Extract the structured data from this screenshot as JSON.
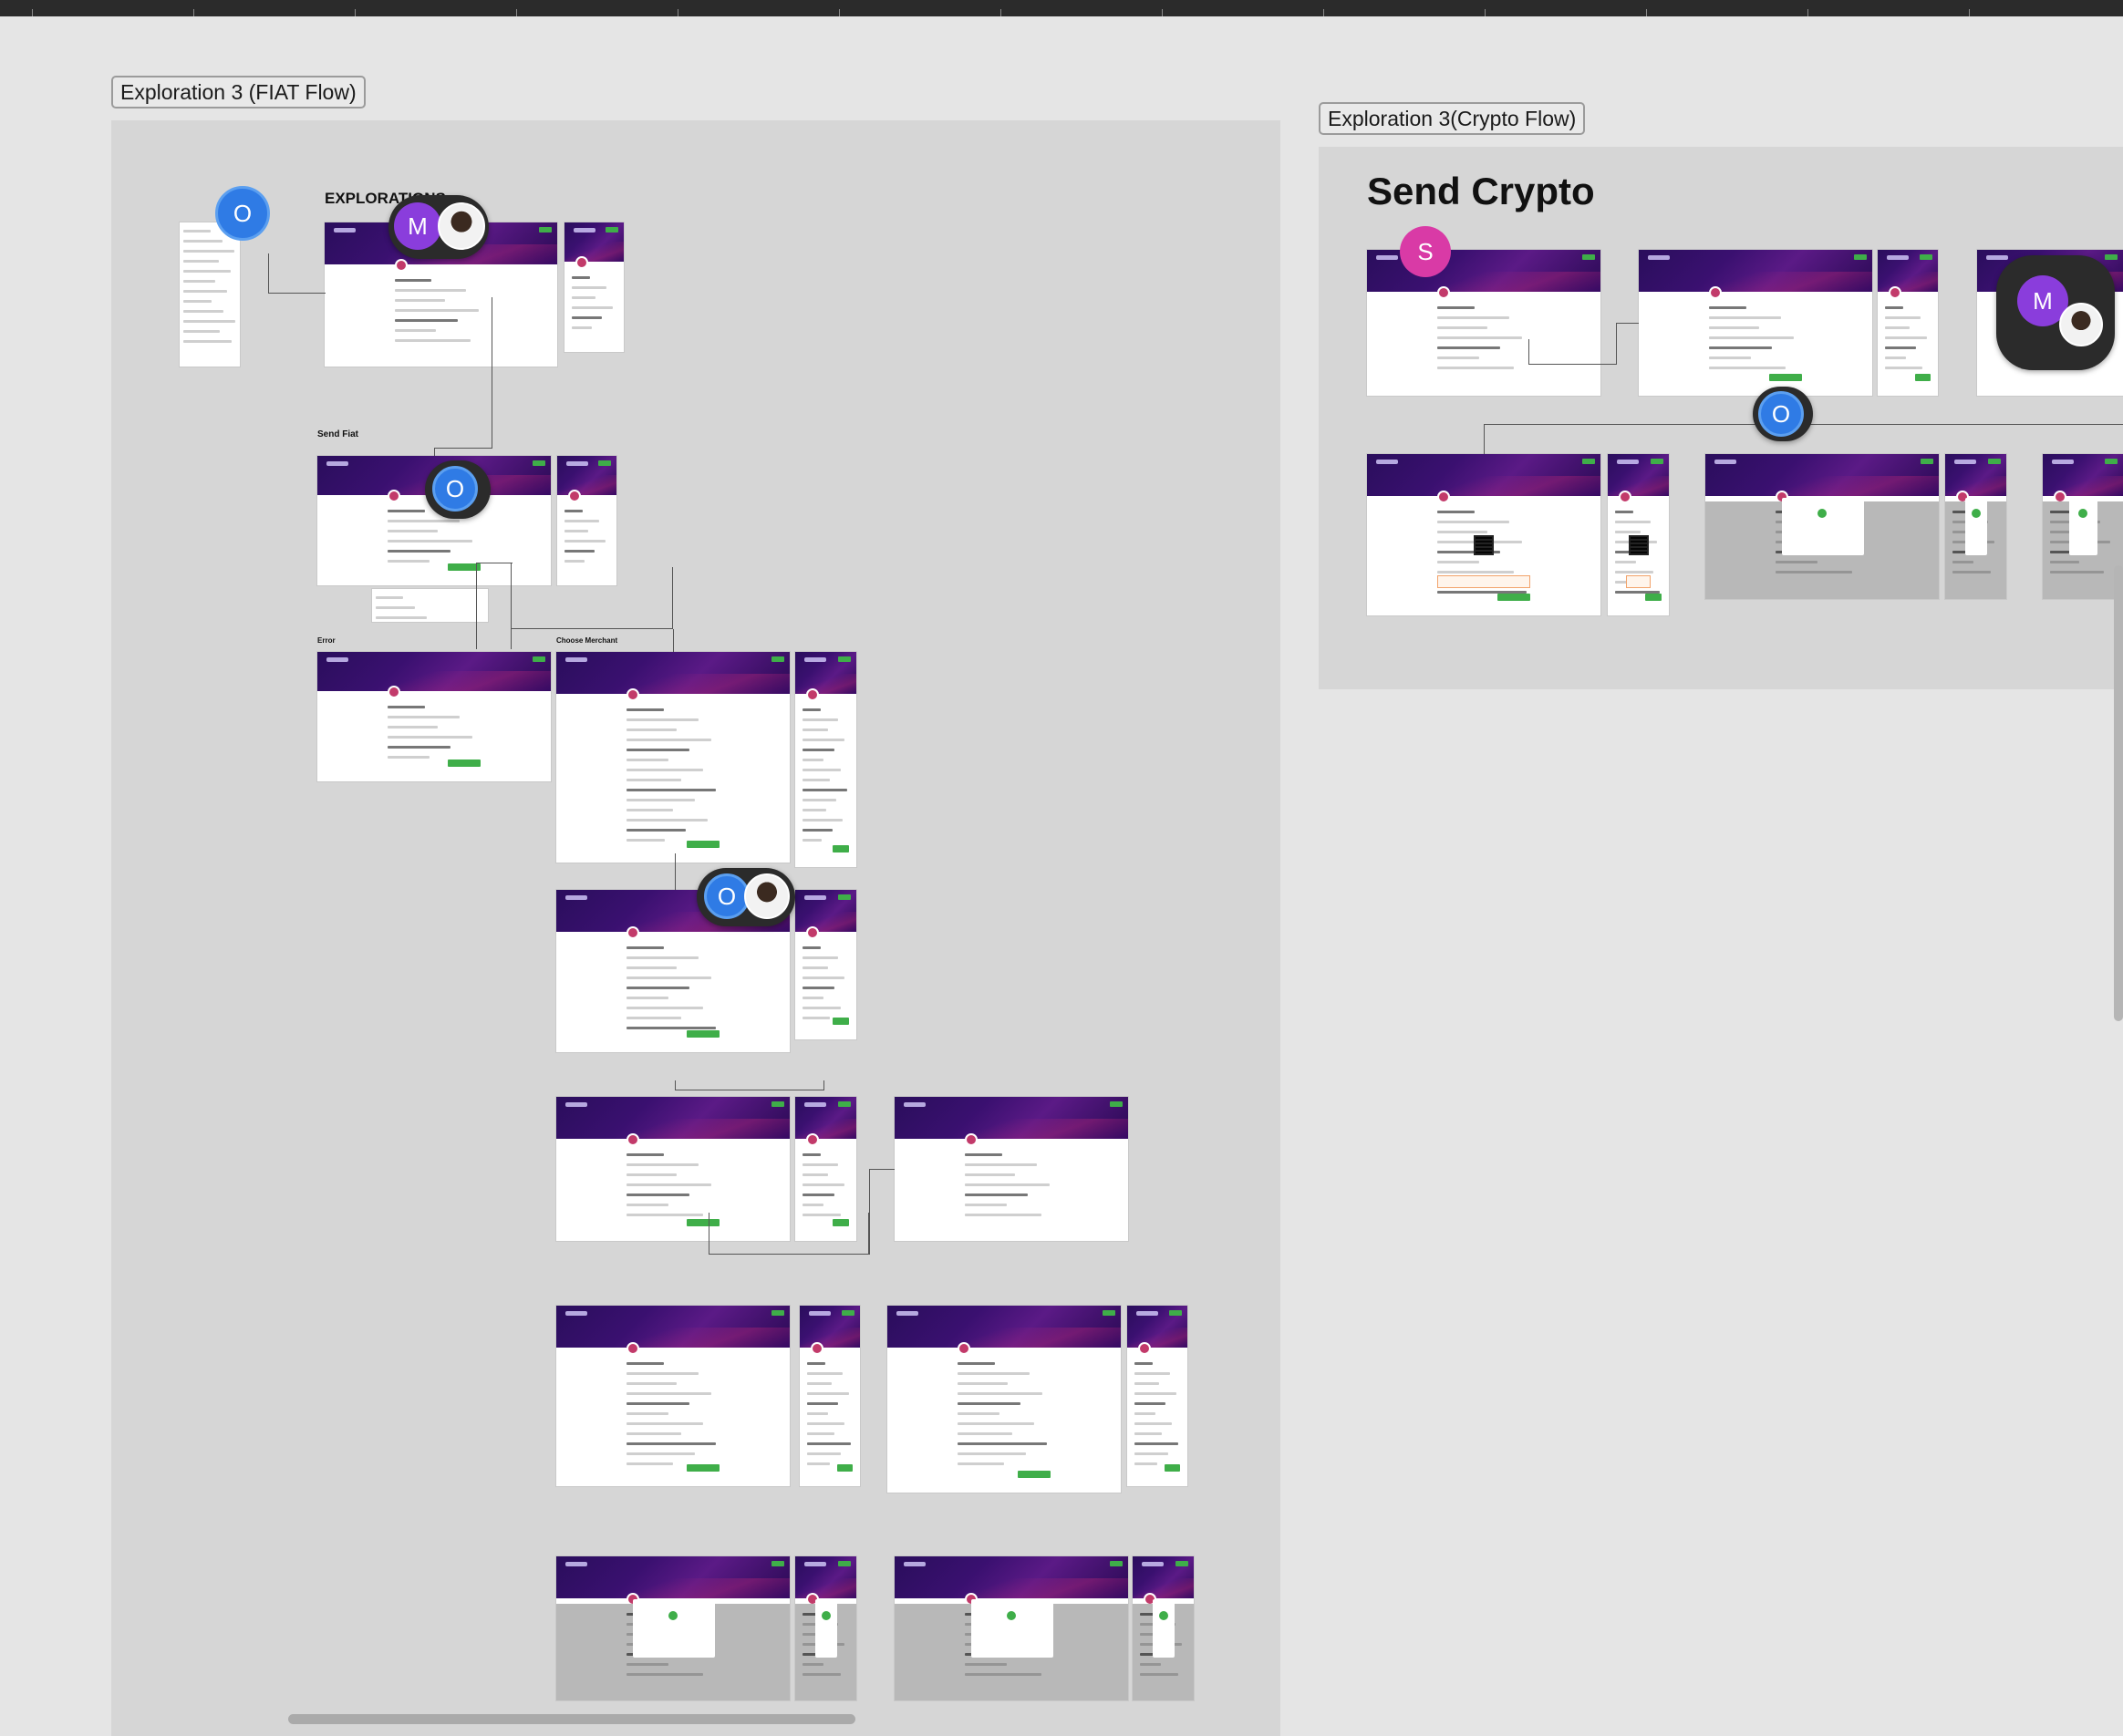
{
  "canvas": {
    "labels": {
      "fiat_flow": "Exploration 3 (FIAT Flow)",
      "crypto_flow": "Exploration 3(Crypto Flow)"
    },
    "fiat_section": {
      "heading": "EXPLORATIONS",
      "send_fiat": "Send Fiat",
      "error": "Error",
      "choose_merchant": "Choose Merchant"
    },
    "crypto_section": {
      "heading": "Send Crypto"
    }
  },
  "collaborators": [
    {
      "initial": "O",
      "color": "#2f7be5"
    },
    {
      "initial": "M",
      "color": "#8a3ddc"
    },
    {
      "initial": "S",
      "color": "#d93aa6"
    }
  ],
  "icons": {
    "cursor": "collaborator-cursor-icon",
    "avatar_photo": "user-photo-icon",
    "qr_code": "qr-code-icon",
    "success": "check-circle-icon"
  },
  "colors": {
    "canvas_bg": "#e5e5e5",
    "section_bg": "#d6d6d6",
    "header_gradient": "#3a1070",
    "primary_button": "#3fae49",
    "cursor_blue": "#2f7be5"
  }
}
